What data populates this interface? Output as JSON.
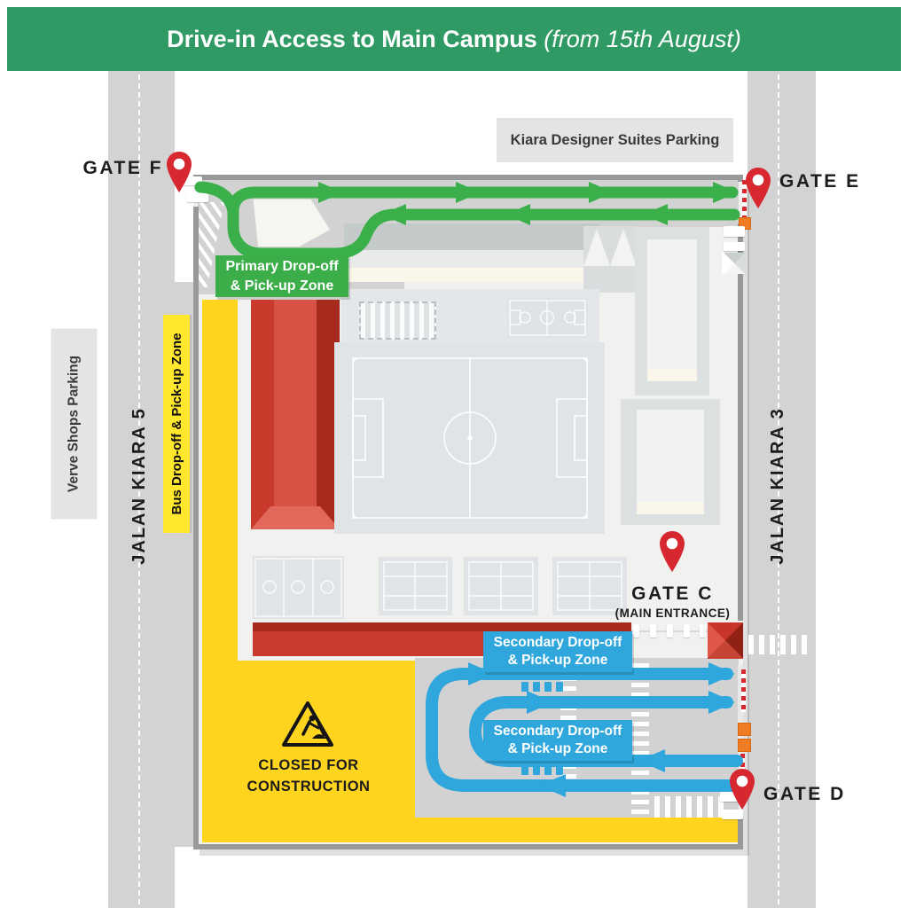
{
  "header": {
    "title": "Drive-in Access to Main Campus",
    "subtitle_italic": " (from 15th August)"
  },
  "roads": {
    "left_name": "JALAN KIARA 5",
    "right_name": "JALAN KIARA 3"
  },
  "parking_labels": {
    "verve": "Verve Shops Parking",
    "kiara": "Kiara Designer Suites Parking"
  },
  "gates": {
    "f": {
      "label": "GATE F"
    },
    "e": {
      "label": "GATE E"
    },
    "c": {
      "label": "GATE C",
      "sublabel": "(MAIN ENTRANCE)"
    },
    "d": {
      "label": "GATE D"
    }
  },
  "zones": {
    "primary": {
      "line1": "Primary Drop-off",
      "line2": "& Pick-up Zone"
    },
    "secondary": {
      "line1": "Secondary Drop-off",
      "line2": "& Pick-up Zone"
    },
    "bus": {
      "label": "Bus Drop-off & Pick-up Zone"
    },
    "construction": {
      "line1": "CLOSED FOR",
      "line2": "CONSTRUCTION"
    }
  },
  "icons": {
    "map_pin": "red teardrop location pin with white dot",
    "construction_warning": "black triangle road-works sign with digging worker",
    "barrier": "red/white striped gate barrier pole",
    "gate_motor": "orange gate motor box",
    "guard_booth": "small white guard booth"
  },
  "colors": {
    "header_green": "#2F9A63",
    "route_green": "#3BB04A",
    "route_blue": "#2FA7DD",
    "construction_yellow": "#FFD41F",
    "bus_label_yellow": "#FFE72E",
    "building_red": "#C93B2E",
    "pin_red": "#D7282F",
    "road_gray": "#D3D3D3",
    "campus_bg": "#F1F1F0"
  }
}
